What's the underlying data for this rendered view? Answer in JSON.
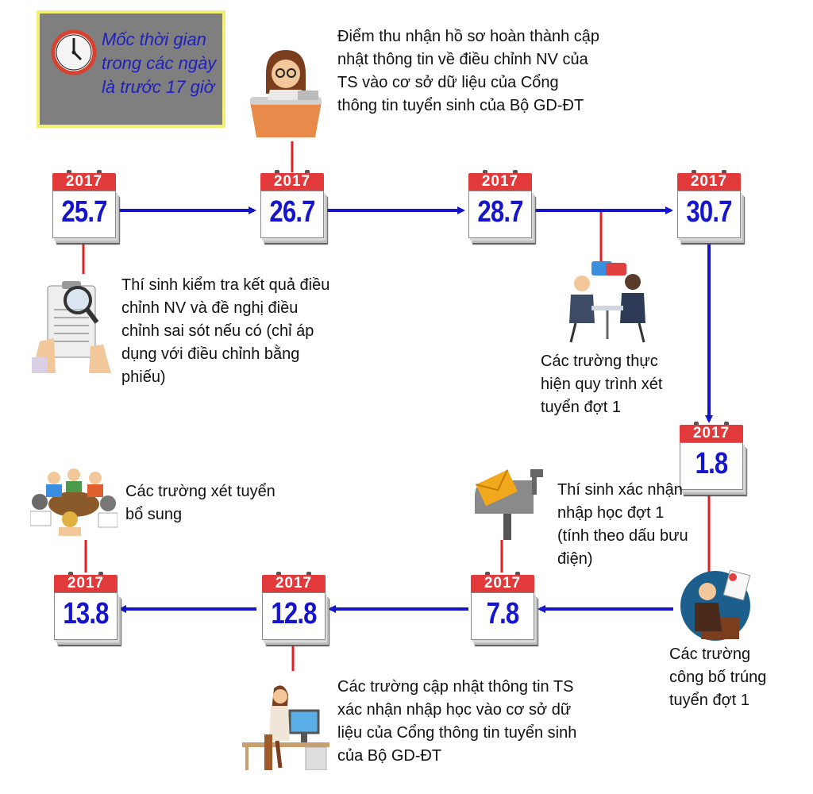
{
  "note": {
    "text": "Mốc thời gian trong các ngày  là trước 17 giờ"
  },
  "calendars": [
    {
      "year": "2017",
      "date": "25.7"
    },
    {
      "year": "2017",
      "date": "26.7"
    },
    {
      "year": "2017",
      "date": "28.7"
    },
    {
      "year": "2017",
      "date": "30.7"
    },
    {
      "year": "2017",
      "date": "1.8"
    },
    {
      "year": "2017",
      "date": "7.8"
    },
    {
      "year": "2017",
      "date": "12.8"
    },
    {
      "year": "2017",
      "date": "13.8"
    }
  ],
  "events": {
    "e25_7": "Thí sinh kiểm tra kết quả điều chỉnh NV và đề nghị điều chỉnh sai sót nếu có (chỉ áp dụng với điều chỉnh bằng phiếu)",
    "e26_7": "Điểm thu nhận hồ sơ hoàn thành cập nhật thông tin về điều chỉnh NV của TS vào cơ sở dữ liệu của Cổng thông tin tuyển sinh của Bộ GD-ĐT",
    "e28_7": "Các trường thực hiện quy trình xét tuyển đợt 1",
    "e1_8": "Các trường công bố trúng tuyển đợt 1",
    "e7_8": "Thí sinh xác nhận nhập học đợt 1 (tính theo dấu bưu điện)",
    "e12_8": "Các trường cập nhật thông tin TS xác nhận nhập học vào cơ sở dữ liệu của Cổng thông tin tuyển sinh của Bộ GD-ĐT",
    "e13_8": "Các trường xét tuyển bổ sung"
  },
  "colors": {
    "arrow": "#1515c8",
    "connector": "#e02020",
    "calendar_header": "#e23a3a",
    "date_text": "#1515d0",
    "note_bg": "#7f7f7f",
    "note_border": "#f2ef74",
    "note_text": "#1f1fbf"
  },
  "icons": [
    "clock-icon",
    "woman-at-desk-icon",
    "clipboard-magnifier-icon",
    "meeting-icon",
    "announcer-icon",
    "mailbox-letter-icon",
    "group-meeting-icon",
    "woman-computer-icon"
  ]
}
